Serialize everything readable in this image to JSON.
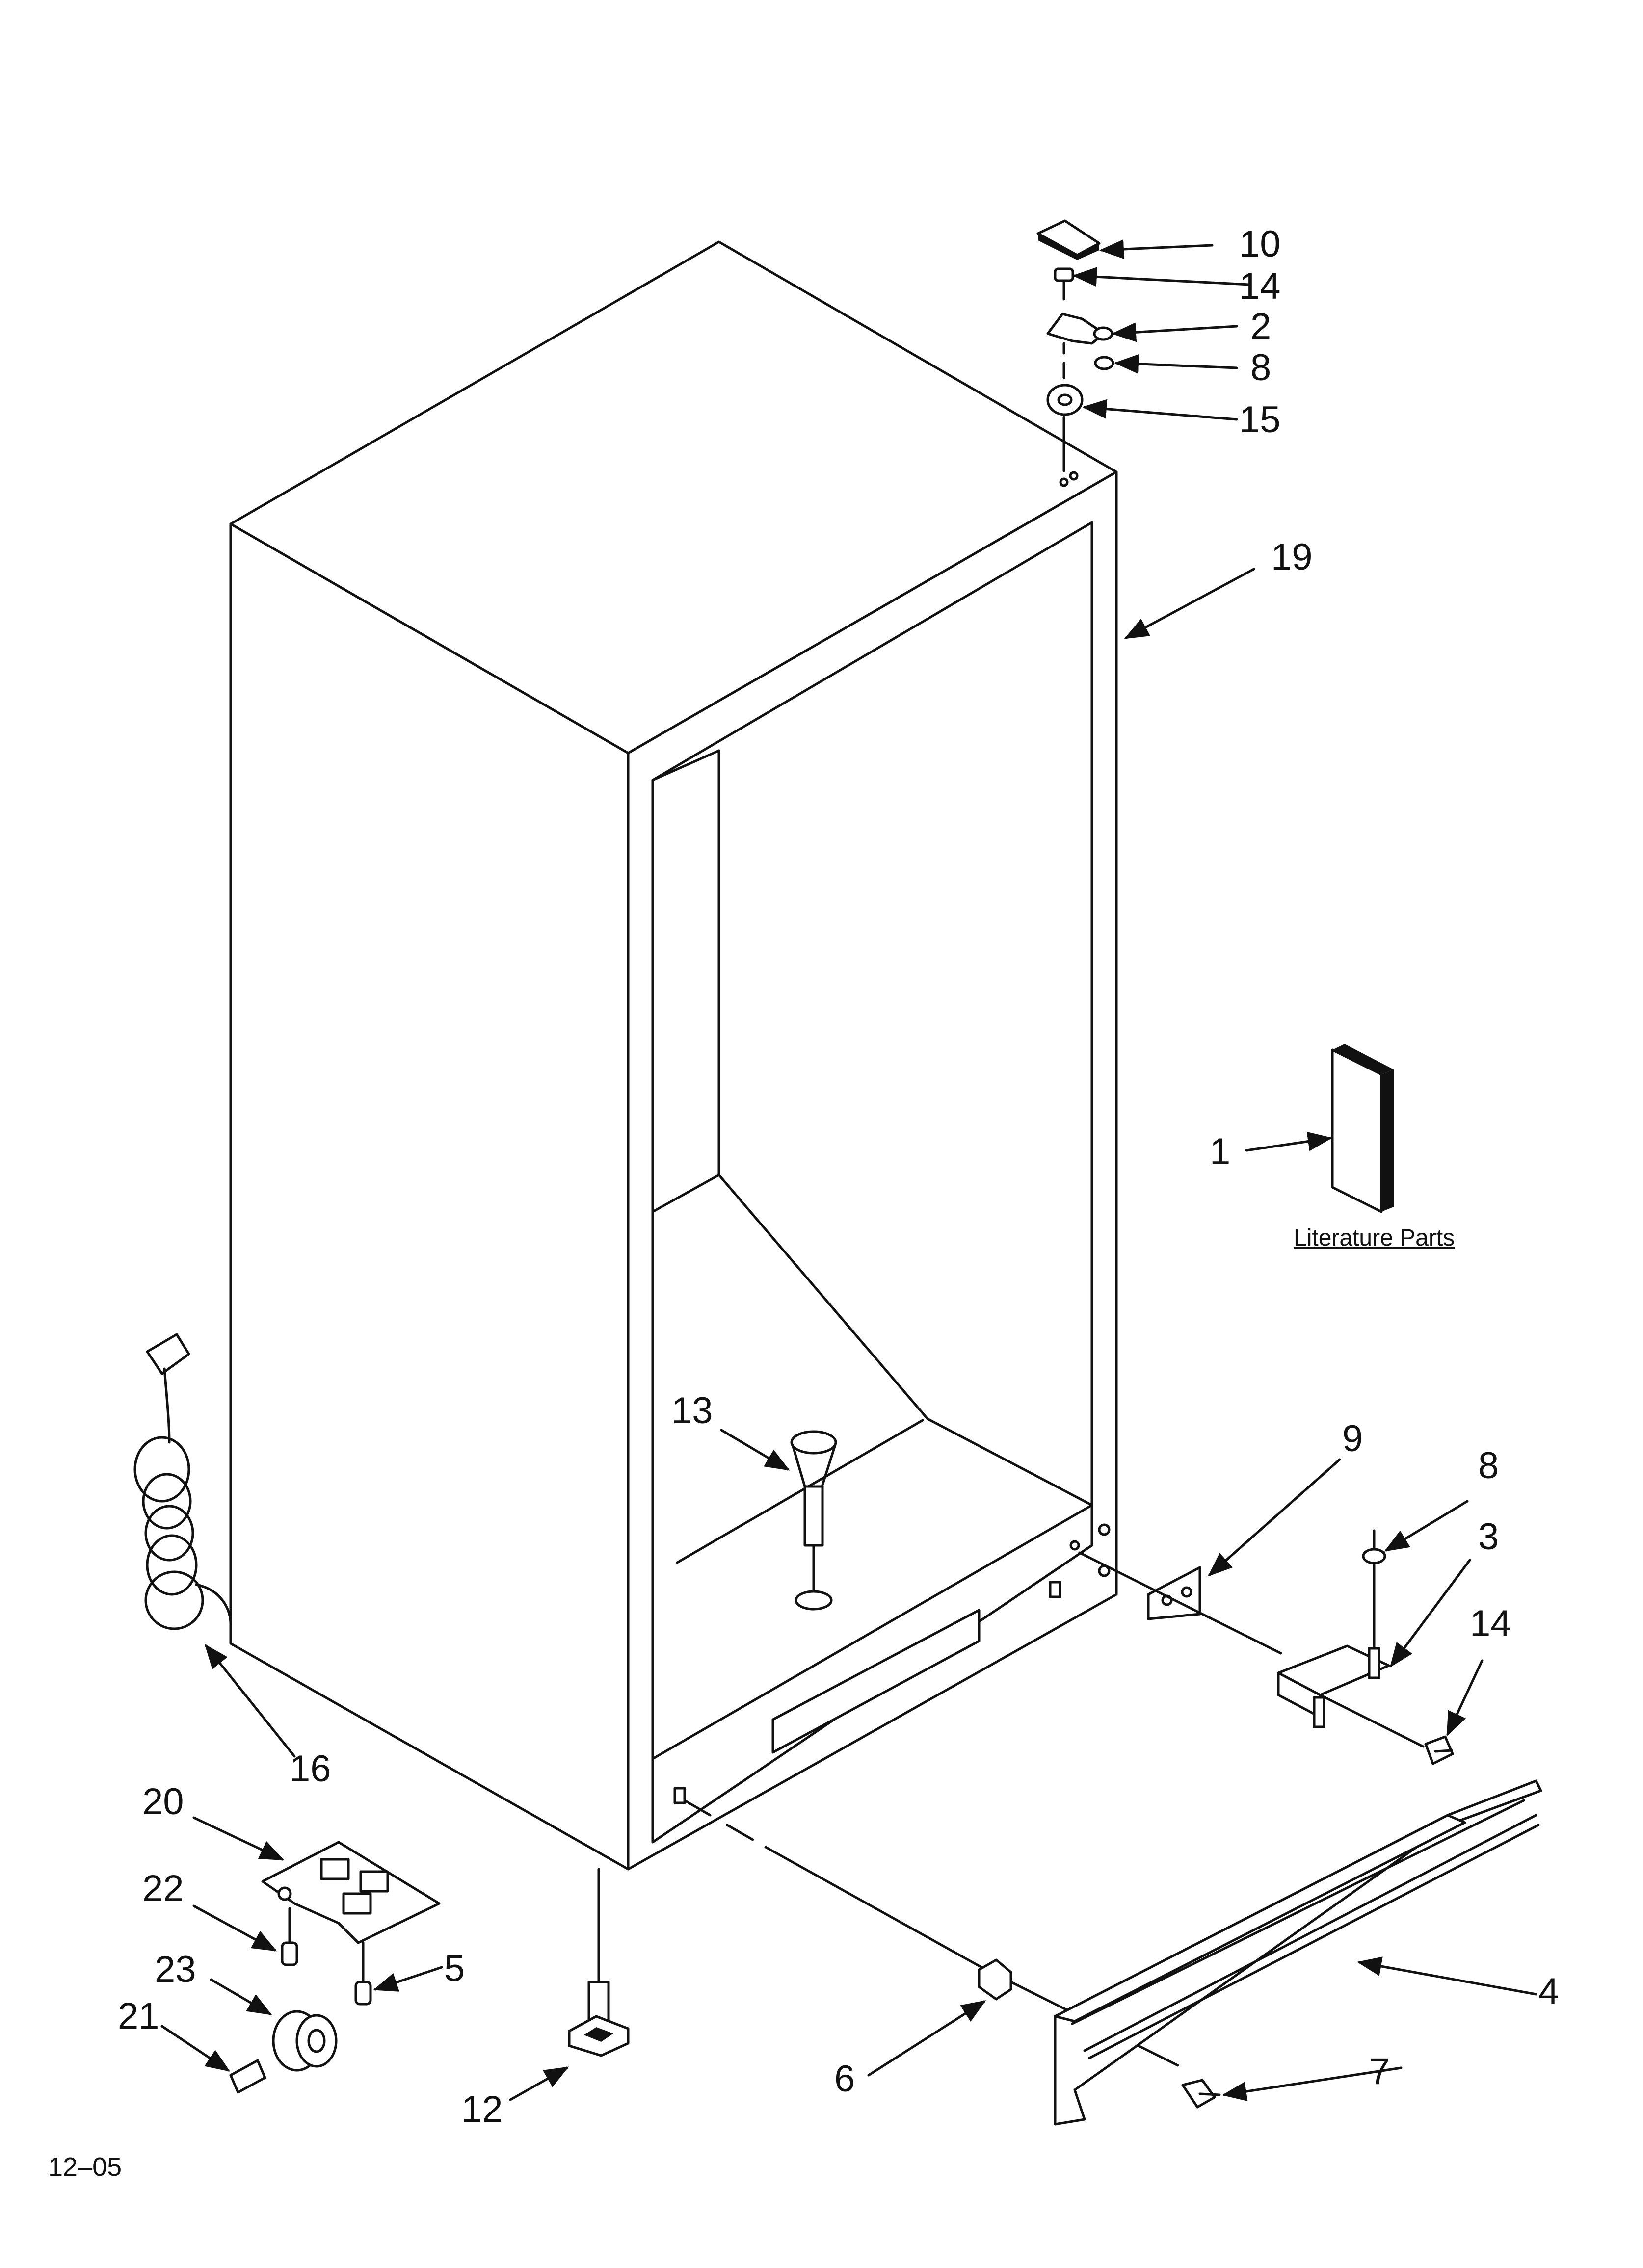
{
  "labels": {
    "p10": "10",
    "p14a": "14",
    "p2": "2",
    "p8a": "8",
    "p15": "15",
    "p19": "19",
    "p1": "1",
    "p13": "13",
    "p9": "9",
    "p8b": "8",
    "p3": "3",
    "p14b": "14",
    "p16": "16",
    "p20": "20",
    "p22": "22",
    "p5": "5",
    "p23": "23",
    "p21": "21",
    "p4": "4",
    "p6": "6",
    "p7": "7",
    "p12": "12"
  },
  "literature": "Literature Parts",
  "footer": "12–05"
}
